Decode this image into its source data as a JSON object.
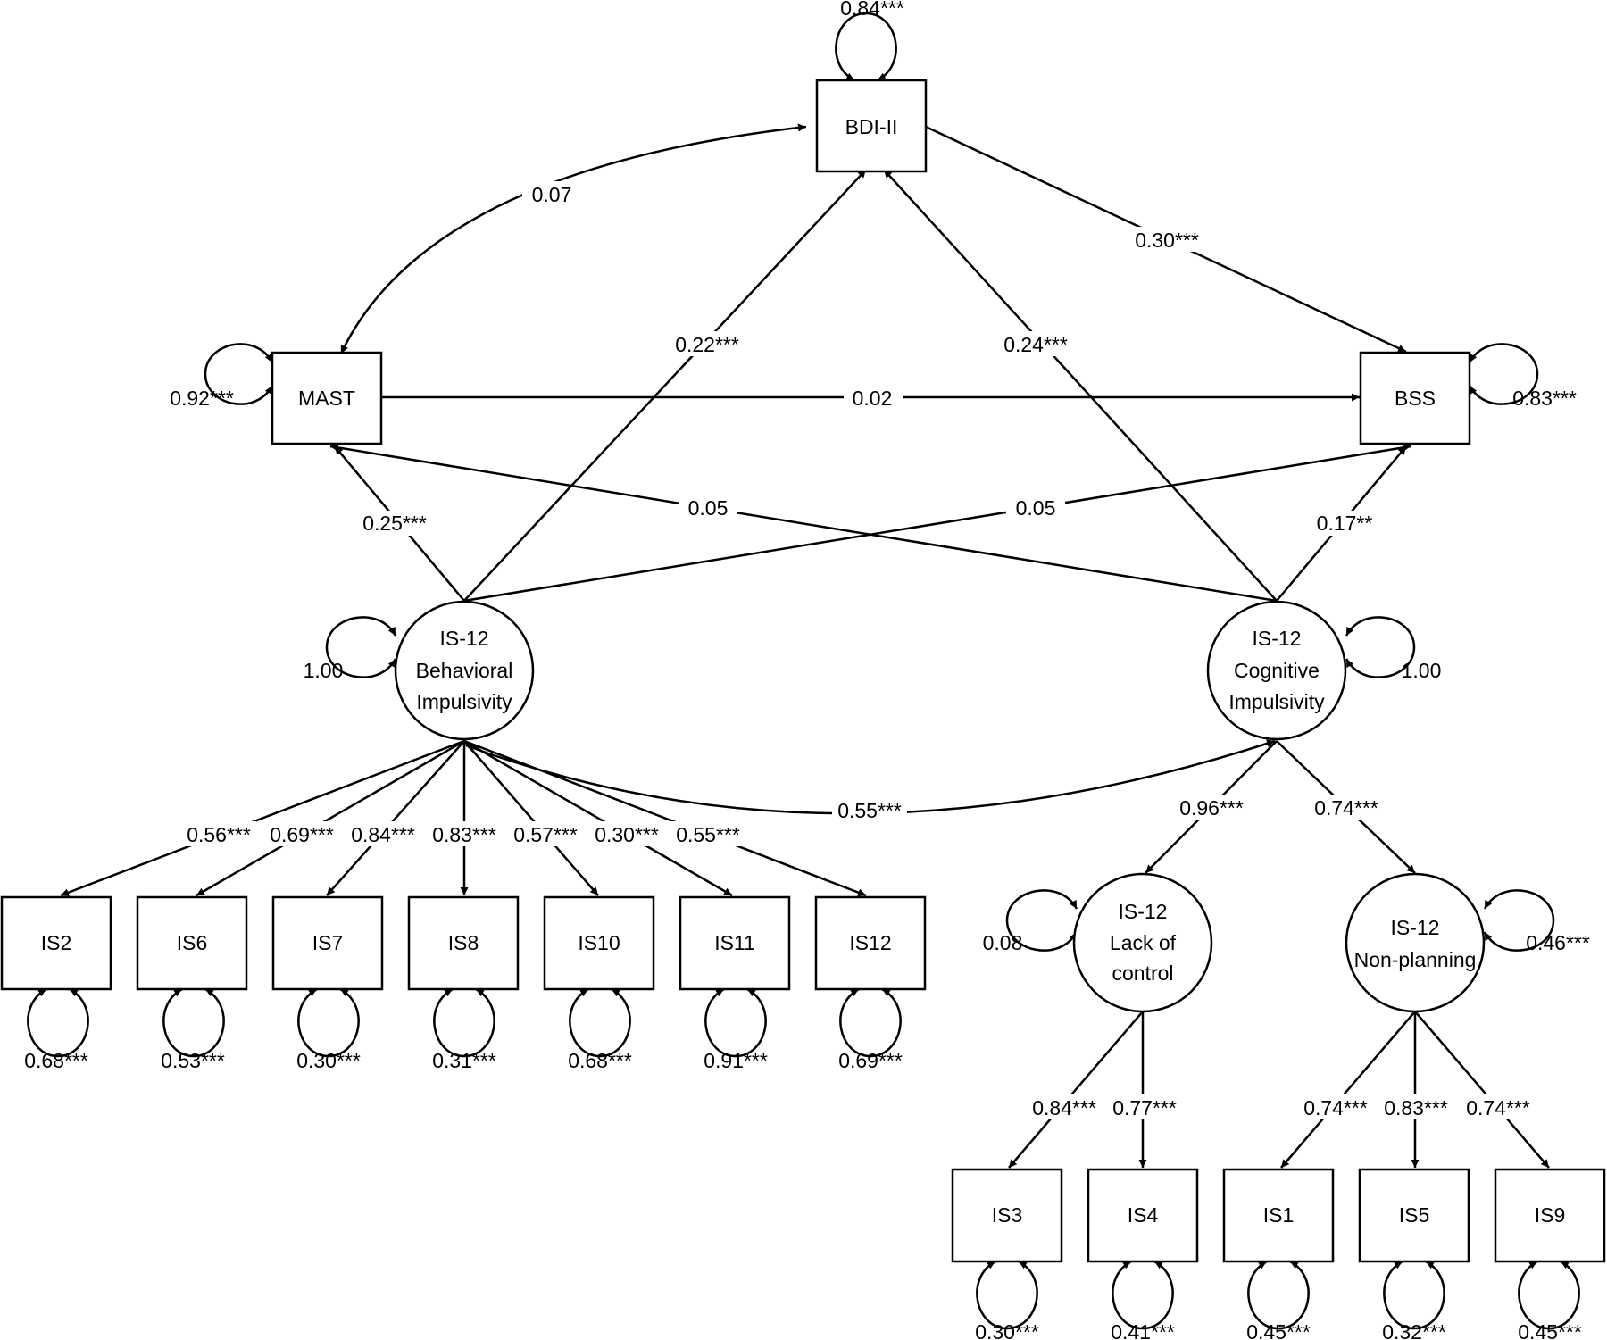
{
  "observed": {
    "bdi": "BDI-II",
    "mast": "MAST",
    "bss": "BSS",
    "is1": "IS1",
    "is2": "IS2",
    "is3": "IS3",
    "is4": "IS4",
    "is5": "IS5",
    "is6": "IS6",
    "is7": "IS7",
    "is8": "IS8",
    "is9": "IS9",
    "is10": "IS10",
    "is11": "IS11",
    "is12": "IS12"
  },
  "latent": {
    "behavioral": [
      "IS-12",
      "Behavioral",
      "Impulsivity"
    ],
    "cognitive": [
      "IS-12",
      "Cognitive",
      "Impulsivity"
    ],
    "lack_of_control": [
      "IS-12",
      "Lack of",
      "control"
    ],
    "non_planning": [
      "IS-12",
      "Non-planning"
    ]
  },
  "coefficients": {
    "mast_bdi": "0.07",
    "bdi_bss": "0.30***",
    "behavioral_bdi": "0.22***",
    "cognitive_bdi": "0.24***",
    "mast_bss": "0.02",
    "cognitive_mast": "0.05",
    "behavioral_bss": "0.05",
    "behavioral_mast": "0.25***",
    "cognitive_bss": "0.17**",
    "behavioral_cognitive": "0.55***",
    "load_is2": "0.56***",
    "load_is6": "0.69***",
    "load_is7": "0.84***",
    "load_is8": "0.83***",
    "load_is10": "0.57***",
    "load_is11": "0.30***",
    "load_is12": "0.55***",
    "cognitive_lack": "0.96***",
    "cognitive_nonplan": "0.74***",
    "load_is3": "0.84***",
    "load_is4": "0.77***",
    "load_is1": "0.74***",
    "load_is5": "0.83***",
    "load_is9": "0.74***"
  },
  "variances": {
    "bdi": "0.84***",
    "mast": "0.92***",
    "bss": "0.83***",
    "behavioral": "1.00",
    "cognitive": "1.00",
    "lack_of_control": "0.08",
    "non_planning": "0.46***",
    "is2": "0.68***",
    "is6": "0.53***",
    "is7": "0.30***",
    "is8": "0.31***",
    "is10": "0.68***",
    "is11": "0.91***",
    "is12": "0.69***",
    "is3": "0.30***",
    "is4": "0.41***",
    "is1": "0.45***",
    "is5": "0.32***",
    "is9": "0.45***"
  }
}
